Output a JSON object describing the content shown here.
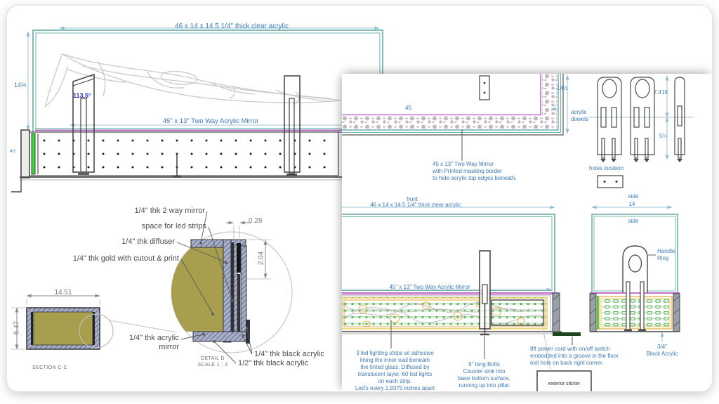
{
  "colors": {
    "teal_case": "#4e9e96",
    "magenta_mirror": "#bb4fc0",
    "dim_blue_text": "#3d7ab8",
    "angle_navy": "#2a35c0",
    "olive_gold": "#a79e4e",
    "led_green": "#3ed43e",
    "grid_green": "#57b157",
    "border_orange": "#e2a83c",
    "hatch_gray_blue": "#a9afc6",
    "label_gray": "#4d4d4d",
    "power_cord_green": "#1d451d"
  },
  "left_sheet": {
    "side_view": {
      "top_dim": "46 x 14 x 14.5  1/4\" thick clear acrylic",
      "height_dim": "14½",
      "small_dim": "4½",
      "angle": "113.5°",
      "mirror_dim": "45\" x 13\"  Two Way Acrylic Mirror"
    },
    "section_cc": {
      "width_dim": "14.51",
      "height_dim": "6.47",
      "title": "SECTION C-C"
    },
    "detail_d": {
      "title": "DETAIL D",
      "scale": "SCALE 1 : 3",
      "dim_028": "0.28",
      "dim_204": "2.04",
      "label_two_way_mirror": "1/4\" thk 2 way mirror",
      "label_led_space": "space for led strips",
      "label_diffuser": "1/4\" thk diffuser",
      "label_gold": "1/4\" thk gold with cutout & print",
      "label_acrylic_mirror_line1": "1/4\" thk acrylic",
      "label_acrylic_mirror_line2": "mirror",
      "label_black_quarter": "1/4\" thk black acrylic",
      "label_black_half": "1/2\" thk black acrylic"
    }
  },
  "right_sheet": {
    "top_view": {
      "mirror_width_dim": "45",
      "height_dim": "14½",
      "dowels_label_line1": "acrylic",
      "dowels_label_line2": "dowels",
      "note_line1": "45 x 13\" Two Way Mirror",
      "note_line2": "with Printed masking border",
      "note_line3": "to hide acrylic top edges beneath.",
      "front_label": "front"
    },
    "dowels": {
      "upper_dim": "7.416",
      "lower_dim": "5¼",
      "holes_label": "holes location",
      "side_label": "side"
    },
    "front_view": {
      "top_dim": "46 x 14 x 14.5  1/4\" thick clear acrylic",
      "mirror_dim": "45\" x 13\"  Two Way Acrylic Mirror"
    },
    "side_view": {
      "width_dim": "14",
      "side_label": "side",
      "handle_label_line1": "Handle",
      "handle_label_line2": "Ring",
      "black_acrylic_line1": "3/4\"",
      "black_acrylic_line2": "Black Acrylic"
    },
    "notes": {
      "led_lines": [
        "3 led lighting strips w/ adhesive",
        "lining the inner wall beneath",
        "the tinted glass. Diffused by",
        "translucent layer.  60  led lights",
        "on each strip.",
        "Led's every 1.9375 inches apart"
      ],
      "bolts_lines": [
        "9\" long Bolts",
        "Counter sink into",
        "base bottom surface,",
        "running up into pillar"
      ],
      "power_lines": [
        "8ft power cord with on/off switch",
        "embedded into a groove in the floor",
        "exit hole on back right corner."
      ],
      "sticker_label": "exterior sticker"
    }
  }
}
